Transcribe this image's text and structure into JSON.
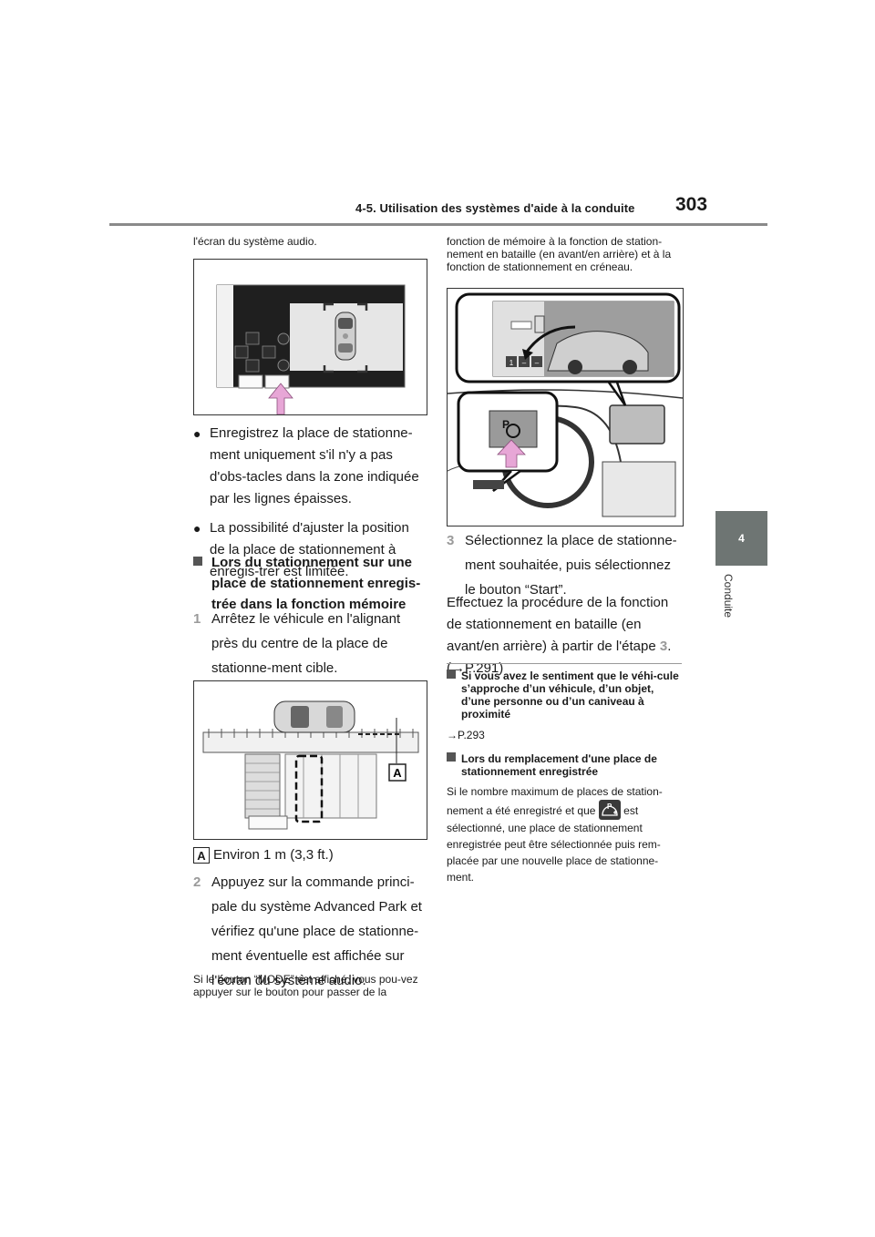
{
  "header": {
    "section_title": "4-5. Utilisation des systèmes d'aide à la conduite",
    "page_number": "303"
  },
  "side_tab": {
    "number": "4",
    "label": "Conduite"
  },
  "left": {
    "intro": "l'écran du système audio.",
    "bullets": [
      "Enregistrez la place de stationne-ment uniquement s'il n'y a pas d'obs-tacles dans la zone indiquée par les lignes épaisses.",
      "La possibilité d'ajuster la position de la place de stationnement à enregis-trer est limitée."
    ],
    "subheading": "Lors du stationnement sur une place de stationnement enregis-trée dans la fonction mémoire",
    "step1_num": "1",
    "step1": "Arrêtez le véhicule en l'alignant près du centre de la place de stationne-ment cible.",
    "figure_label_a": "A",
    "legend_badge": "A",
    "legend_text": "Environ 1 m (3,3 ft.)",
    "step2_num": "2",
    "step2": "Appuyez sur la commande princi-pale du système Advanced Park et vérifiez qu'une place de stationne-ment éventuelle est affichée sur l'écran du système audio.",
    "note": "Si le bouton “MODE” est affiché, vous pou-vez appuyer sur le bouton pour passer de la"
  },
  "right": {
    "note_cont": "fonction de mémoire à la fonction de station-nement en bataille (en avant/en arrière) et à la fonction de stationnement en créneau.",
    "step3_num": "3",
    "step3": "Sélectionnez la place de stationne-ment souhaitée, puis sélectionnez le bouton “Start”.",
    "para_a": "Effectuez la procédure de la fonction de stationnement en bataille (en avant/en arrière) à partir de l'étape",
    "para_step": "3",
    "para_ref": ". (→P.291)",
    "info1_heading": "Si vous avez le sentiment que le véhi-cule s’approche d’un véhicule, d’un objet, d’une personne ou d’un caniveau à proximité",
    "info1_ref": "→P.293",
    "info2_heading": "Lors du remplacement d'une place de stationnement enregistrée",
    "info2_text_a": "Si le nombre maximum de places de station-nement a été enregistré et que",
    "info2_text_b": "est sélectionné, une place de stationnement enregistrée peut être sélectionnée puis rem-placée par une nouvelle place de stationne-ment."
  },
  "figures": {
    "screen_marks": [
      "1",
      "–",
      "–"
    ],
    "dash_letter": "P"
  },
  "colors": {
    "tab_gray": "#6e7573",
    "arrow_pink": "#e7a6d6",
    "step_gray": "#9a9a9a"
  },
  "icons": [
    "bullet-dot",
    "square-marker",
    "pink-arrow-icon",
    "parking-plus-icon"
  ]
}
